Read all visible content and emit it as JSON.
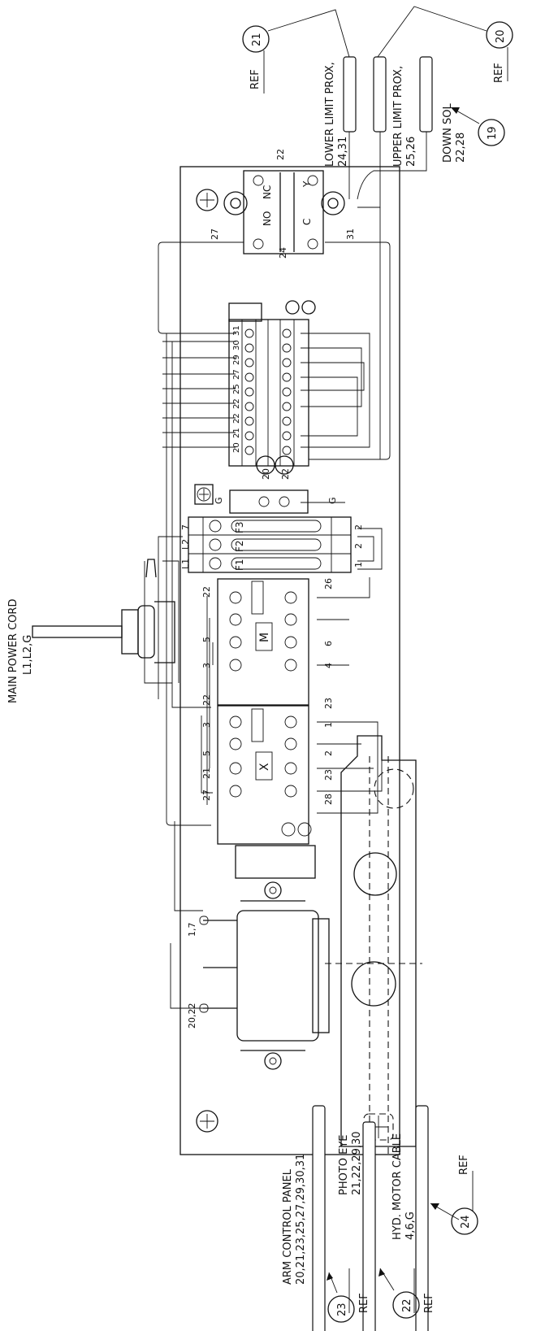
{
  "labels": {
    "main_power_cord": "MAIN POWER CORD",
    "main_power_cord_wires": "L1,L2,G",
    "lower_limit": "LOWER LIMIT PROX,",
    "lower_limit_wires": "24,31",
    "upper_limit": "UPPER LIMIT PROX,",
    "upper_limit_wires": "25,26",
    "down_sol": "DOWN SOL",
    "down_sol_wires": "22,28",
    "arm_panel": "ARM CONTROL PANEL",
    "arm_panel_wires": "20,21,23,25,27,29,30,31",
    "photo_eye": "PHOTO EYE",
    "photo_eye_wires": "21,22,29,30",
    "hyd_motor": "HYD. MOTOR CABLE",
    "hyd_motor_wires": "4,6,G",
    "ref": "REF"
  },
  "refs": [
    "21",
    "20",
    "19",
    "23",
    "22",
    "24"
  ],
  "terminal_numbers": [
    "31",
    "30",
    "29",
    "27",
    "25",
    "22",
    "22",
    "21",
    "20"
  ],
  "fuses": [
    "F1",
    "F2",
    "F3"
  ],
  "lines": [
    "L1",
    "L2",
    "7"
  ],
  "contactors": {
    "m_label": "M",
    "x_label": "X"
  },
  "switch": {
    "no": "NO",
    "nc": "NC",
    "c": "C",
    "y": "Y"
  },
  "wire_labels": {
    "w22a": "22",
    "w24": "24",
    "w27": "27",
    "w31": "31",
    "w20": "20",
    "w22b": "22",
    "g1": "G",
    "g2": "G",
    "f1": "1",
    "f2": "2",
    "f3": "2",
    "f4": "1",
    "f5": "2",
    "m_top": [
      "22",
      "5",
      "3"
    ],
    "m_bot": [
      "26",
      "6",
      "4"
    ],
    "x_top": [
      "22",
      "3",
      "5",
      "21",
      "27"
    ],
    "x_bot": [
      "23",
      "1",
      "2",
      "23",
      "28"
    ],
    "t1": "1,7",
    "t2": "20,22"
  }
}
